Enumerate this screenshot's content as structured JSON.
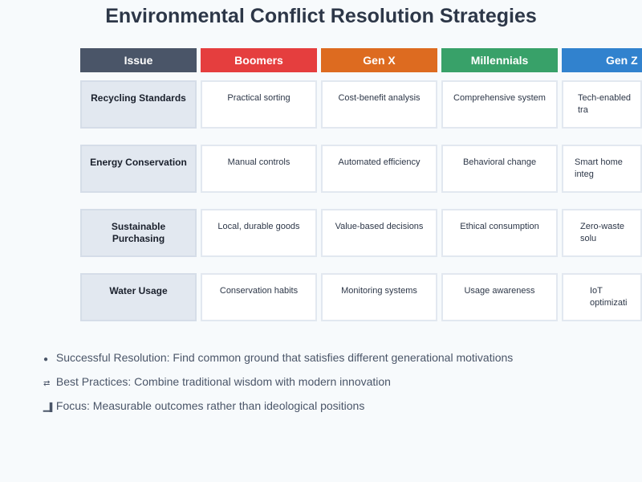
{
  "title": "Environmental Conflict Resolution Strategies",
  "headers": [
    {
      "label": "Issue",
      "color": "#4a5568"
    },
    {
      "label": "Boomers",
      "color": "#e53e3e"
    },
    {
      "label": "Gen X",
      "color": "#dd6b20"
    },
    {
      "label": "Millennials",
      "color": "#38a169"
    },
    {
      "label": "Gen Z",
      "color": "#3182ce"
    }
  ],
  "rows": [
    {
      "issue": "Recycling Standards",
      "boomers": "Practical sorting",
      "genx": "Cost-benefit analysis",
      "millennials": "Comprehensive system",
      "genz": "Tech-enabled tra"
    },
    {
      "issue": "Energy Conservation",
      "boomers": "Manual controls",
      "genx": "Automated efficiency",
      "millennials": "Behavioral change",
      "genz": "Smart home integ"
    },
    {
      "issue": "Sustainable Purchasing",
      "boomers": "Local, durable goods",
      "genx": "Value-based decisions",
      "millennials": "Ethical consumption",
      "genz": "Zero-waste solu"
    },
    {
      "issue": "Water Usage",
      "boomers": "Conservation habits",
      "genx": "Monitoring systems",
      "millennials": "Usage awareness",
      "genz": "IoT optimizati"
    }
  ],
  "notes": [
    {
      "icon": "target-icon",
      "text": "Successful Resolution: Find common ground that satisfies different generational motivations"
    },
    {
      "icon": "handshake-icon",
      "text": "Best Practices: Combine traditional wisdom with modern innovation"
    },
    {
      "icon": "bar-chart-icon",
      "text": "Focus: Measurable outcomes rather than ideological positions"
    }
  ]
}
